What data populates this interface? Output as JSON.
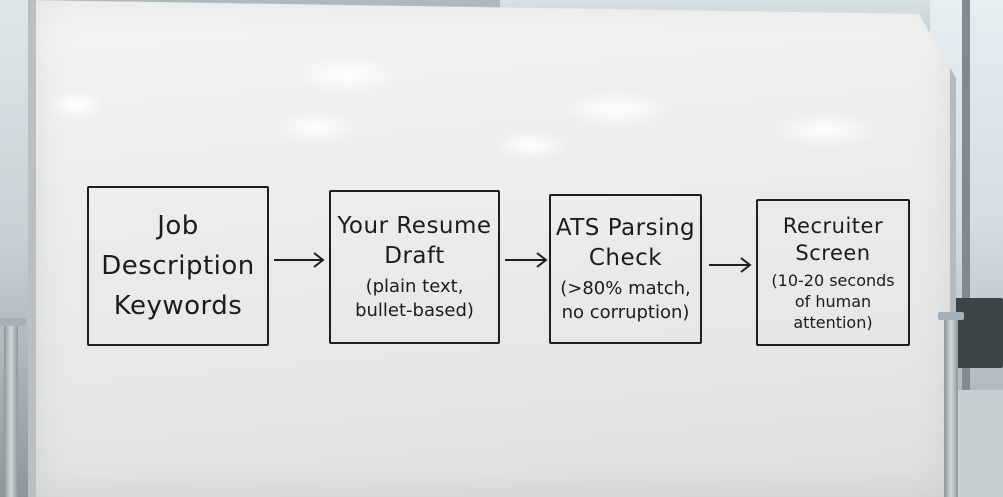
{
  "flow": {
    "steps": [
      {
        "title_lines": [
          "Job",
          "Description",
          "Keywords"
        ],
        "detail_lines": []
      },
      {
        "title_lines": [
          "Your Resume",
          "Draft"
        ],
        "detail_lines": [
          "(plain text,",
          "bullet-based)"
        ]
      },
      {
        "title_lines": [
          "ATS Parsing",
          "Check"
        ],
        "detail_lines": [
          "(>80% match,",
          "no corruption)"
        ]
      },
      {
        "title_lines": [
          "Recruiter",
          "Screen"
        ],
        "detail_lines": [
          "(10-20 seconds",
          "of human",
          "attention)"
        ]
      }
    ],
    "connector": "arrow-right",
    "marker_color": "#1e1e1e",
    "board_color": "#eeefee"
  }
}
